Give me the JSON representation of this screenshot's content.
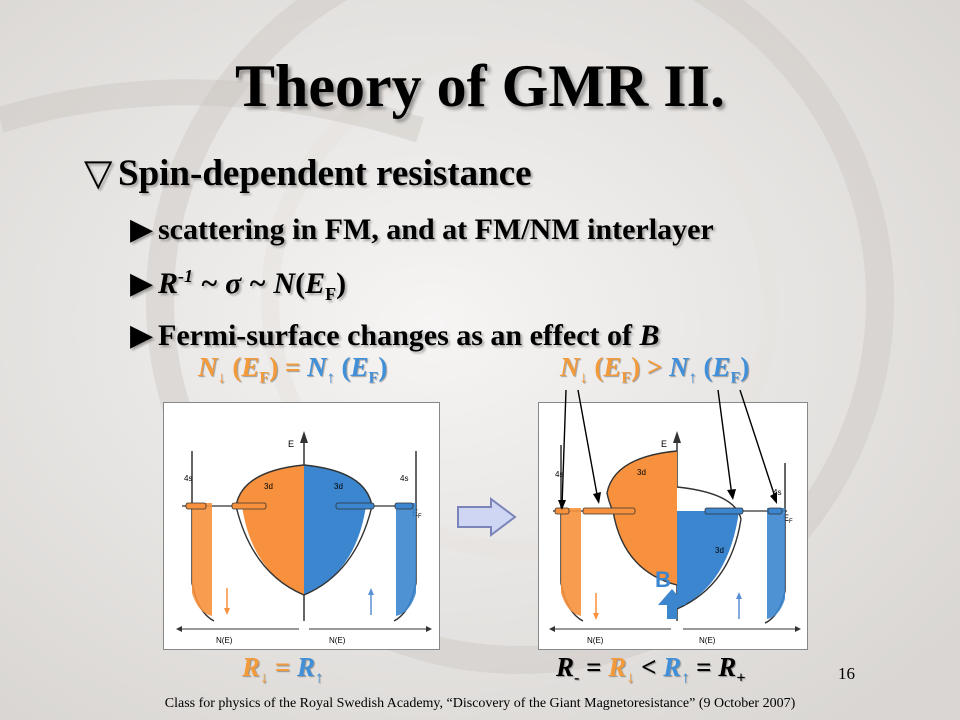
{
  "slide": {
    "title": "Theory of GMR II.",
    "bullet1_marker": "▽",
    "bullet1": "Spin-dependent resistance",
    "sub_marker": "▶",
    "sub1": "scattering in FM, and at FM/NM interlayer",
    "sub2_parts": [
      "R",
      "-1",
      " ~ σ ~ ",
      "N",
      "(",
      "E",
      "F",
      ")"
    ],
    "sub3_prefix": "Fermi-surface changes as an effect of ",
    "sub3_bold": "B",
    "page_number": "16",
    "footer": "Class for physics of the Royal Swedish Academy, “Discovery of the Giant Magnetoresistance” (9 October 2007)"
  },
  "labels": {
    "left_top": [
      "N",
      "↓",
      " (",
      "E",
      "F",
      ") = ",
      "N",
      "↑",
      " (",
      "E",
      "F",
      ")"
    ],
    "right_top": [
      "N",
      "↓",
      " (",
      "E",
      "F",
      ") > ",
      "N",
      "↑",
      " (",
      "E",
      "F",
      ")"
    ],
    "left_bottom": [
      "R",
      "↓",
      " = ",
      "R",
      "↑"
    ],
    "right_bottom": [
      "R",
      "-",
      " = ",
      "R",
      "↓",
      " < ",
      "R",
      "↑",
      " = ",
      "R",
      "+"
    ]
  },
  "diagram": {
    "E": "E",
    "EF": "E",
    "EF_sub": "F",
    "s4": "4s",
    "d3": "3d",
    "NE": "N(E)",
    "B": "B",
    "colors": {
      "orange": "#f7913d",
      "blue": "#3b86cf",
      "arrow_blue": "#5b8fd6"
    }
  }
}
